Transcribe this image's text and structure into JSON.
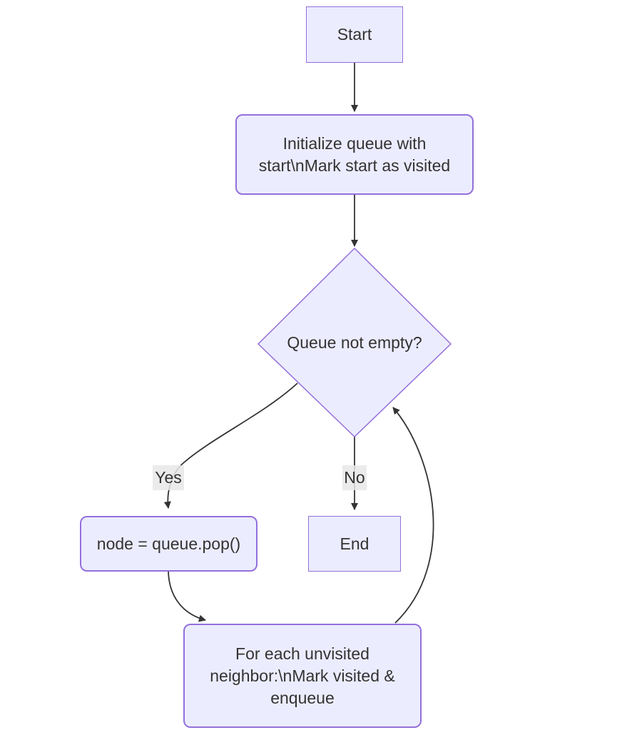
{
  "diagram": {
    "type": "flowchart",
    "direction": "top-down"
  },
  "nodes": {
    "start": {
      "label": "Start",
      "shape": "rectangle"
    },
    "init": {
      "label": "Initialize queue with start\\nMark start as visited",
      "shape": "rounded-rectangle"
    },
    "decision": {
      "label": "Queue not empty?",
      "shape": "diamond"
    },
    "pop": {
      "label": "node = queue.pop()",
      "shape": "rounded-rectangle"
    },
    "end": {
      "label": "End",
      "shape": "rectangle"
    },
    "foreach": {
      "label": "For each unvisited neighbor:\\nMark visited & enqueue",
      "shape": "rounded-rectangle"
    }
  },
  "edges": {
    "labels": {
      "yes": "Yes",
      "no": "No"
    },
    "connections": [
      {
        "from": "Start",
        "to": "Initialize queue with start\\nMark start as visited",
        "label": ""
      },
      {
        "from": "Initialize queue with start\\nMark start as visited",
        "to": "Queue not empty?",
        "label": ""
      },
      {
        "from": "Queue not empty?",
        "to": "node = queue.pop()",
        "label": "Yes"
      },
      {
        "from": "Queue not empty?",
        "to": "End",
        "label": "No"
      },
      {
        "from": "node = queue.pop()",
        "to": "For each unvisited neighbor:\\nMark visited & enqueue",
        "label": ""
      },
      {
        "from": "For each unvisited neighbor:\\nMark visited & enqueue",
        "to": "Queue not empty?",
        "label": ""
      }
    ]
  },
  "colors": {
    "node_fill": "#ECECFF",
    "node_border": "#9370DB",
    "text": "#333333",
    "edge_line": "#333333",
    "edge_label_background": "#e8e8e8",
    "background": "#ffffff"
  }
}
